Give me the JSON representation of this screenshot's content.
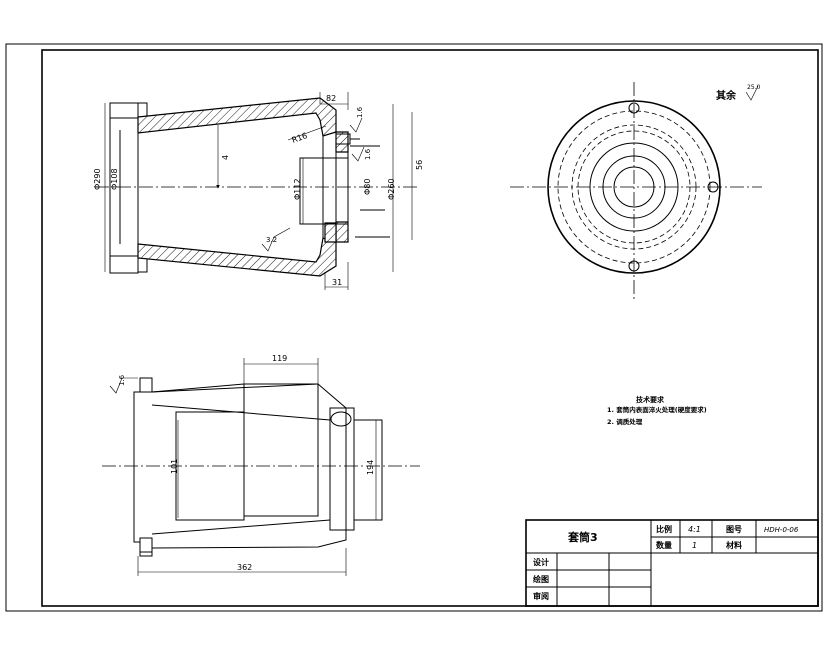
{
  "dimensions": {
    "d_outer_flange": "Φ290",
    "d_inner_bore": "Φ108",
    "d_right_bore": "Φ112",
    "d_right_small": "Φ80",
    "d_right_outer": "Φ260",
    "top_width": "82",
    "step_height": "56",
    "bottom_width": "31",
    "wall_thickness": "4",
    "chamfer": "R16",
    "roughness_a": "1.6",
    "roughness_b": "1.6",
    "roughness_c": "3.2",
    "roughness_d": "1.6",
    "bottom_top_width": "119",
    "bottom_inner": "101",
    "bottom_right": "194",
    "total_length": "362"
  },
  "surface_note": {
    "label": "其余",
    "value": "25.0"
  },
  "tech_requirements": {
    "title": "技术要求",
    "items": [
      "1. 套筒内表面淬火处理(硬度要求)",
      "2. 调质处理"
    ]
  },
  "title_block": {
    "part_name": "套筒3",
    "scale_label": "比例",
    "scale_value": "4:1",
    "drawing_no_label": "图号",
    "drawing_no_value": "HDH-0-06",
    "qty_label": "数量",
    "qty_value": "1",
    "material_label": "材料",
    "material_value": "",
    "design_label": "设计",
    "drafting_label": "绘图",
    "review_label": "审阅"
  }
}
